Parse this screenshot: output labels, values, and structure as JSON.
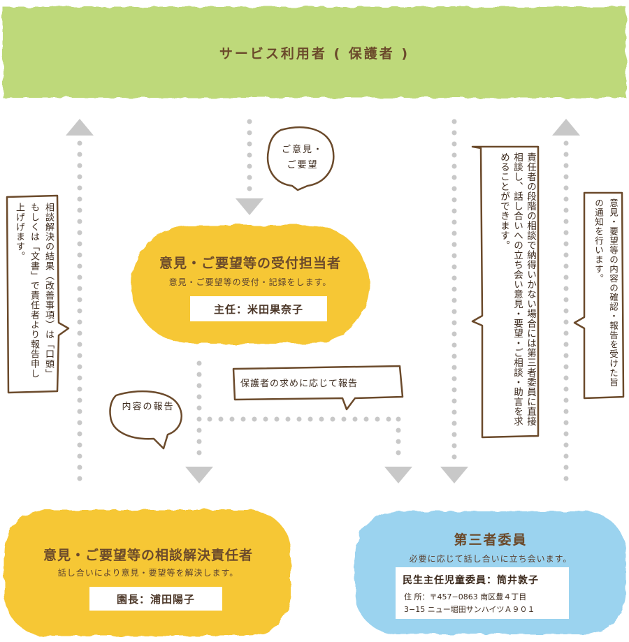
{
  "header": {
    "title": "サービス利用者 ( 保護者 )"
  },
  "receptionist": {
    "title": "意見・ご要望等の受付担当者",
    "description": "意見・ご要望等の受付・記録をします。",
    "person": "主任：米田果奈子"
  },
  "resolver": {
    "title": "意見・ご要望等の相談解決責任者",
    "description": "話し合いにより意見・要望等を解決します。",
    "person": "園長：浦田陽子"
  },
  "third_party": {
    "title": "第三者委員",
    "description": "必要に応じて話し合いに立ち会います。",
    "person": "民生主任児童委員：筒井敦子",
    "address_line1": "住 所：〒457−0863 南区豊４丁目",
    "address_line2": "3−15 ニュー堀田サンハイツＡ９０１"
  },
  "notes": {
    "left_result": "相談解決の結果（改善事項）は「口頭」もしくは「文書」で責任者より報告申し上げげます。",
    "opinion_request": "ご意見・ご要望",
    "content_report": "内容の報告",
    "guardian_request_report": "保護者の求めに応じて報告",
    "third_party_consult": "責任者の段階の相談で納得いかない場合には第三者委員に直接相談し、話し合いへの立ち会い意見・要望・ご相談・助言を求めることができます。",
    "right_confirm": "意見・要望等の内容の確認・報告を受けた旨の通知を行います。"
  },
  "colors": {
    "header_green": "#bed97a",
    "yellow": "#f6c735",
    "blue": "#9bd3ef",
    "arrow_gray": "#c8c8c8",
    "brown_text": "#6b4a2b"
  }
}
